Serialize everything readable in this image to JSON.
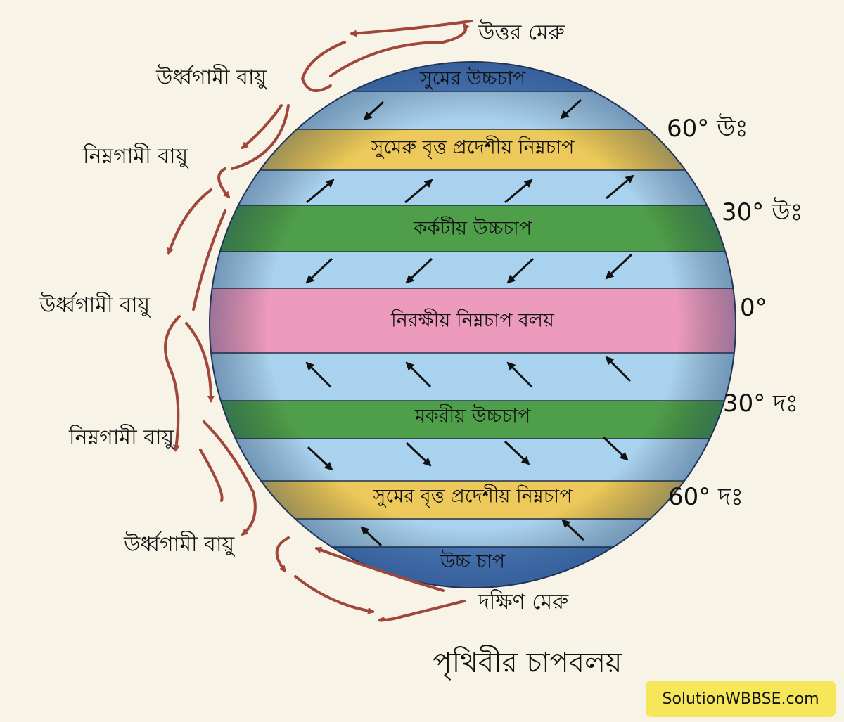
{
  "diagram": {
    "title": "পৃথিবীর চাপবলয়",
    "north_pole": "উত্তর মেরু",
    "south_pole": "দক্ষিণ মেরু",
    "bands": {
      "north_polar_high": "সুমের উচ্চচাপ",
      "north_subpolar_low": "সুমেরু বৃত্ত প্রদেশীয় নিম্নচাপ",
      "tropic_cancer_high": "কর্কটীয় উচ্চচাপ",
      "equatorial_low": "নিরক্ষীয় নিম্নচাপ বলয়",
      "tropic_capricorn_high": "মকরীয় উচ্চচাপ",
      "south_subpolar_low": "সুমের বৃত্ত প্রদেশীয় নিম্নচাপ",
      "south_polar_high": "উচ্চ চাপ"
    },
    "latitudes": {
      "n60": "60° উঃ",
      "n30": "30° উঃ",
      "eq": "0°",
      "s30": "30° দঃ",
      "s60": "60° দঃ"
    },
    "side_labels": {
      "rising_1": "উর্ধ্বগামী বায়ু",
      "sinking_1": "নিম্নগামী বায়ু",
      "rising_2": "উর্ধ্বগামী বায়ু",
      "sinking_2": "নিম্নগামী বায়ু",
      "rising_3": "উর্ধ্বগামী বায়ু"
    },
    "colors": {
      "polar_blue": "#4f7fc2",
      "light_blue": "#a9d2ee",
      "yellow": "#ecc95a",
      "green": "#4f9e4a",
      "pink": "#ec9bbd",
      "arrow_brown": "#a0463a",
      "badge": "#f6e65a"
    }
  },
  "watermark": "SolutionWBBSE.com"
}
